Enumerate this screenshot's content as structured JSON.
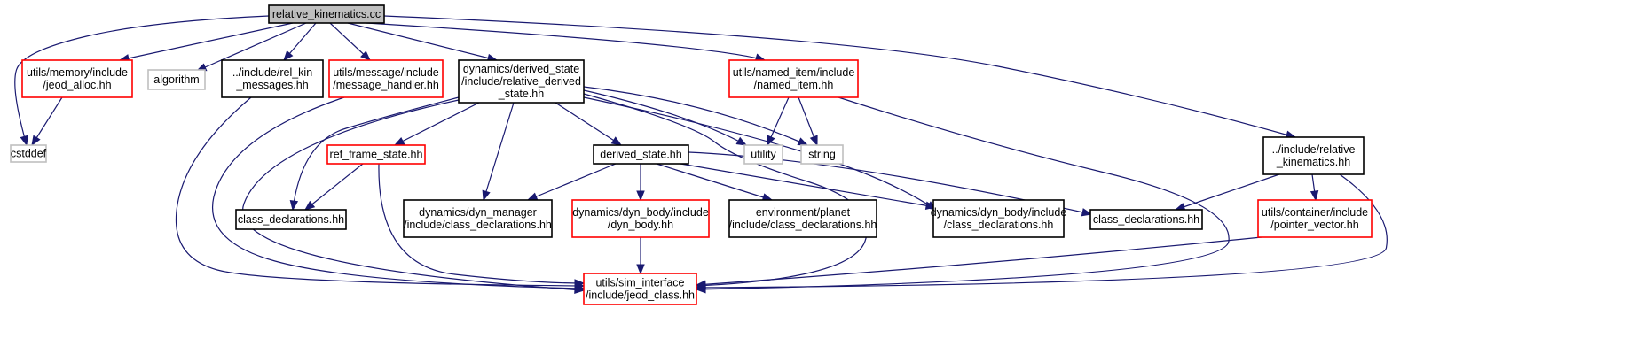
{
  "graph": {
    "colors": {
      "edge": "#191970",
      "root_fill": "#bfbfbf",
      "root_border": "#000000",
      "documented_border": "#000000",
      "truncated_border": "#ff0000",
      "external_border": "#bfbfbf"
    },
    "nodes": [
      {
        "id": "root",
        "kind": "root",
        "lines": [
          "relative_kinematics.cc"
        ]
      },
      {
        "id": "cstddef",
        "kind": "external",
        "lines": [
          "cstddef"
        ]
      },
      {
        "id": "jeod_alloc",
        "kind": "truncated",
        "lines": [
          "utils/memory/include",
          "/jeod_alloc.hh"
        ]
      },
      {
        "id": "algorithm",
        "kind": "external",
        "lines": [
          "algorithm"
        ]
      },
      {
        "id": "rel_kin_messages",
        "kind": "documented",
        "lines": [
          "../include/rel_kin",
          "_messages.hh"
        ]
      },
      {
        "id": "message_handler",
        "kind": "truncated",
        "lines": [
          "utils/message/include",
          "/message_handler.hh"
        ]
      },
      {
        "id": "relative_derived_state",
        "kind": "documented",
        "lines": [
          "dynamics/derived_state",
          "/include/relative_derived",
          "_state.hh"
        ]
      },
      {
        "id": "named_item",
        "kind": "truncated",
        "lines": [
          "utils/named_item/include",
          "/named_item.hh"
        ]
      },
      {
        "id": "relative_kinematics_hh",
        "kind": "documented",
        "lines": [
          "../include/relative",
          "_kinematics.hh"
        ]
      },
      {
        "id": "ref_frame_state",
        "kind": "truncated",
        "lines": [
          "ref_frame_state.hh"
        ]
      },
      {
        "id": "derived_state",
        "kind": "documented",
        "lines": [
          "derived_state.hh"
        ]
      },
      {
        "id": "utility",
        "kind": "external",
        "lines": [
          "utility"
        ]
      },
      {
        "id": "string",
        "kind": "external",
        "lines": [
          "string"
        ]
      },
      {
        "id": "class_decl_a",
        "kind": "documented",
        "lines": [
          "class_declarations.hh"
        ]
      },
      {
        "id": "dyn_manager_class_decl",
        "kind": "documented",
        "lines": [
          "dynamics/dyn_manager",
          "/include/class_declarations.hh"
        ]
      },
      {
        "id": "dyn_body",
        "kind": "truncated",
        "lines": [
          "dynamics/dyn_body/include",
          "/dyn_body.hh"
        ]
      },
      {
        "id": "planet_class_decl",
        "kind": "documented",
        "lines": [
          "environment/planet",
          "/include/class_declarations.hh"
        ]
      },
      {
        "id": "dyn_body_class_decl",
        "kind": "documented",
        "lines": [
          "dynamics/dyn_body/include",
          "/class_declarations.hh"
        ]
      },
      {
        "id": "class_decl_b",
        "kind": "documented",
        "lines": [
          "class_declarations.hh"
        ]
      },
      {
        "id": "pointer_vector",
        "kind": "truncated",
        "lines": [
          "utils/container/include",
          "/pointer_vector.hh"
        ]
      },
      {
        "id": "jeod_class",
        "kind": "truncated",
        "lines": [
          "utils/sim_interface",
          "/include/jeod_class.hh"
        ]
      }
    ],
    "edges": [
      {
        "from": "root",
        "to": "cstddef"
      },
      {
        "from": "root",
        "to": "jeod_alloc"
      },
      {
        "from": "root",
        "to": "algorithm"
      },
      {
        "from": "root",
        "to": "rel_kin_messages"
      },
      {
        "from": "root",
        "to": "message_handler"
      },
      {
        "from": "root",
        "to": "relative_derived_state"
      },
      {
        "from": "root",
        "to": "named_item"
      },
      {
        "from": "root",
        "to": "relative_kinematics_hh"
      },
      {
        "from": "jeod_alloc",
        "to": "cstddef"
      },
      {
        "from": "rel_kin_messages",
        "to": "jeod_class"
      },
      {
        "from": "message_handler",
        "to": "jeod_class"
      },
      {
        "from": "relative_derived_state",
        "to": "ref_frame_state"
      },
      {
        "from": "relative_derived_state",
        "to": "derived_state"
      },
      {
        "from": "relative_derived_state",
        "to": "utility"
      },
      {
        "from": "relative_derived_state",
        "to": "string"
      },
      {
        "from": "relative_derived_state",
        "to": "class_decl_a"
      },
      {
        "from": "relative_derived_state",
        "to": "dyn_manager_class_decl"
      },
      {
        "from": "relative_derived_state",
        "to": "dyn_body_class_decl"
      },
      {
        "from": "relative_derived_state",
        "to": "jeod_class"
      },
      {
        "from": "relative_derived_state",
        "to": "jeod_class"
      },
      {
        "from": "named_item",
        "to": "utility"
      },
      {
        "from": "named_item",
        "to": "string"
      },
      {
        "from": "named_item",
        "to": "jeod_class"
      },
      {
        "from": "relative_kinematics_hh",
        "to": "class_decl_b"
      },
      {
        "from": "relative_kinematics_hh",
        "to": "pointer_vector"
      },
      {
        "from": "relative_kinematics_hh",
        "to": "jeod_class"
      },
      {
        "from": "ref_frame_state",
        "to": "class_decl_a"
      },
      {
        "from": "ref_frame_state",
        "to": "jeod_class"
      },
      {
        "from": "derived_state",
        "to": "dyn_manager_class_decl"
      },
      {
        "from": "derived_state",
        "to": "dyn_body"
      },
      {
        "from": "derived_state",
        "to": "planet_class_decl"
      },
      {
        "from": "derived_state",
        "to": "dyn_body_class_decl"
      },
      {
        "from": "derived_state",
        "to": "class_decl_b"
      },
      {
        "from": "dyn_body",
        "to": "jeod_class"
      },
      {
        "from": "pointer_vector",
        "to": "jeod_class"
      }
    ]
  }
}
